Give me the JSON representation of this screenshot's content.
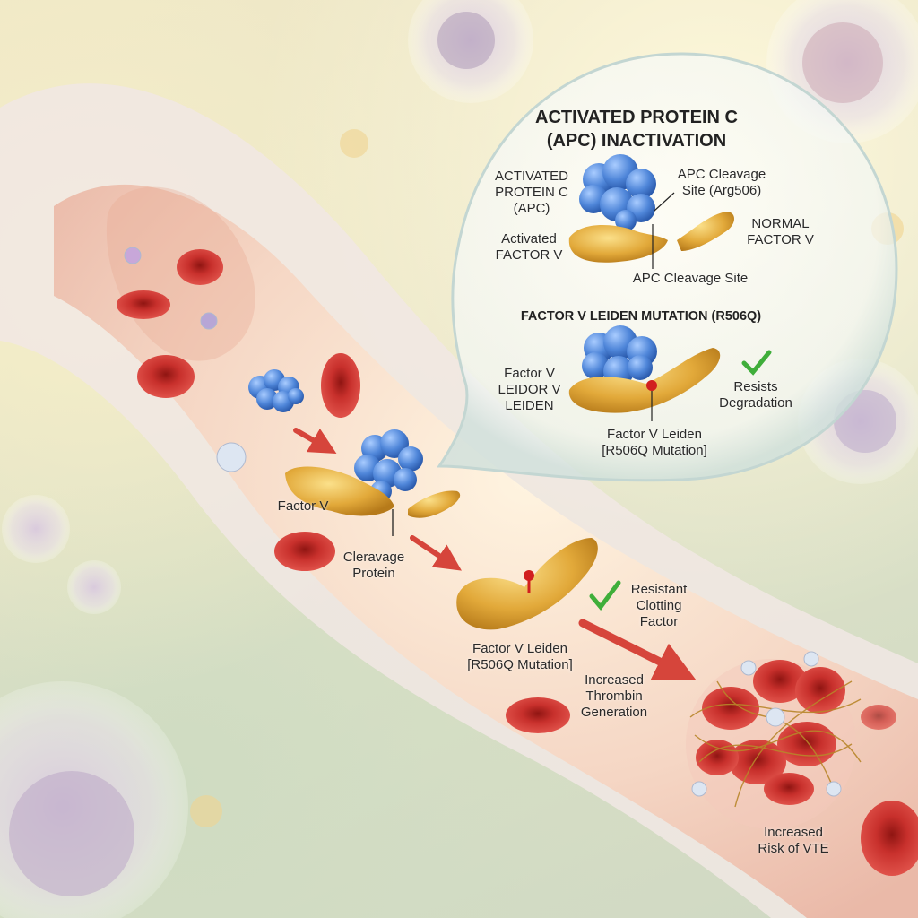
{
  "inset": {
    "title": "ACTIVATED PROTEIN C\n(APC) INACTIVATION",
    "apc_label": "ACTIVATED\nPROTEIN C\n(APC)",
    "cleavage_site_arg": "APC Cleavage\nSite (Arg506)",
    "activated_factor_v": "Activated\nFACTOR V",
    "normal_factor_v": "NORMAL\nFACTOR V",
    "apc_cleavage_site": "APC Cleavage Site",
    "mutation_heading": "FACTOR V LEIDEN MUTATION (R506Q)",
    "factor_v_leidor": "Factor V\nLEIDOR V\nLEIDEN",
    "resists_degradation": "Resists\nDegradation",
    "factor_v_leiden_r506q": "Factor V Leiden\n[R506Q Mutation]"
  },
  "main": {
    "factor_v": "Factor V",
    "cleavage_protein": "Cleravage\nProtein",
    "resistant_clotting_factor": "Resistant\nClotting\nFactor",
    "factor_v_leiden": "Factor V Leiden\n[R506Q Mutation]",
    "increased_thrombin": "Increased\nThrombin\nGeneration",
    "increased_risk_vte": "Increased\nRisk of VTE"
  },
  "colors": {
    "apc_blue": "#4f86d9",
    "factor_gold": "#e2a93a",
    "rbc_red": "#c8302c",
    "arrow_red": "#d6453b",
    "check_green": "#3fae3a",
    "mutation_marker": "#d11f1f"
  }
}
